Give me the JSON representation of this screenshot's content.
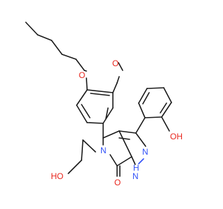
{
  "atoms": [
    {
      "id": "o-methoxy",
      "element": "O",
      "label": "O",
      "color": "#e8261d"
    },
    {
      "id": "o-pentyloxy",
      "element": "O",
      "label": "O",
      "color": "#e8261d"
    },
    {
      "id": "oh-phenol",
      "element": "O",
      "label": "OH",
      "color": "#e8261d"
    },
    {
      "id": "ho-ethyl",
      "element": "O",
      "label": "HO",
      "color": "#e8261d"
    },
    {
      "id": "o-carbonyl",
      "element": "O",
      "label": "O",
      "color": "#e8261d"
    },
    {
      "id": "n-lactam",
      "element": "N",
      "label": "N",
      "color": "#3050f8"
    },
    {
      "id": "n-pyrazole",
      "element": "N",
      "label": "N",
      "color": "#3050f8"
    },
    {
      "id": "nh-pyrazole",
      "element": "N",
      "label": "H",
      "sublabel": "N",
      "color": "#3050f8"
    }
  ],
  "colors": {
    "carbon_bond": "#1a1a1a",
    "oxygen": "#e8261d",
    "nitrogen": "#3050f8",
    "background": "#ffffff"
  }
}
